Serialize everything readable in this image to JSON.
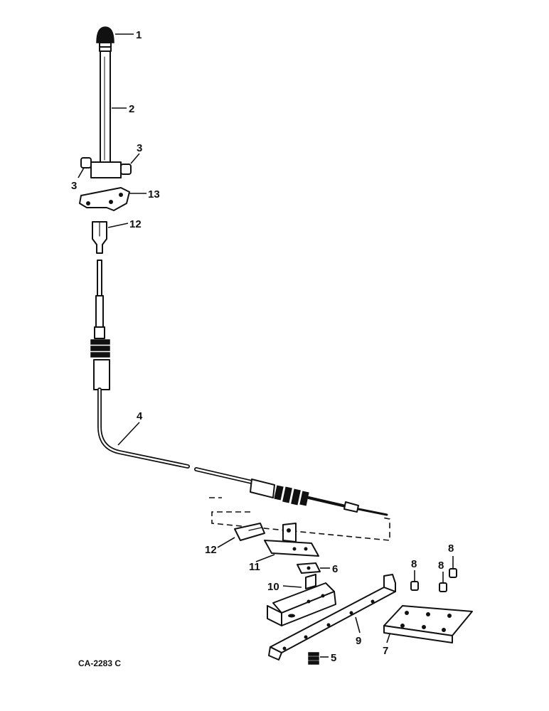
{
  "figure_code": "CA-2283 C",
  "callouts": {
    "knob": "1",
    "lever": "2",
    "bushing_right": "3",
    "bushing_left": "3",
    "cable": "4",
    "spring": "5",
    "plate": "6",
    "bracket_plate": "7",
    "pin_a": "8",
    "pin_b": "8",
    "pin_c": "8",
    "support_arm": "9",
    "mount_bracket": "10",
    "clamp_bracket": "11",
    "clevis_upper": "12",
    "clevis_lower": "12",
    "lever_bracket": "13"
  }
}
